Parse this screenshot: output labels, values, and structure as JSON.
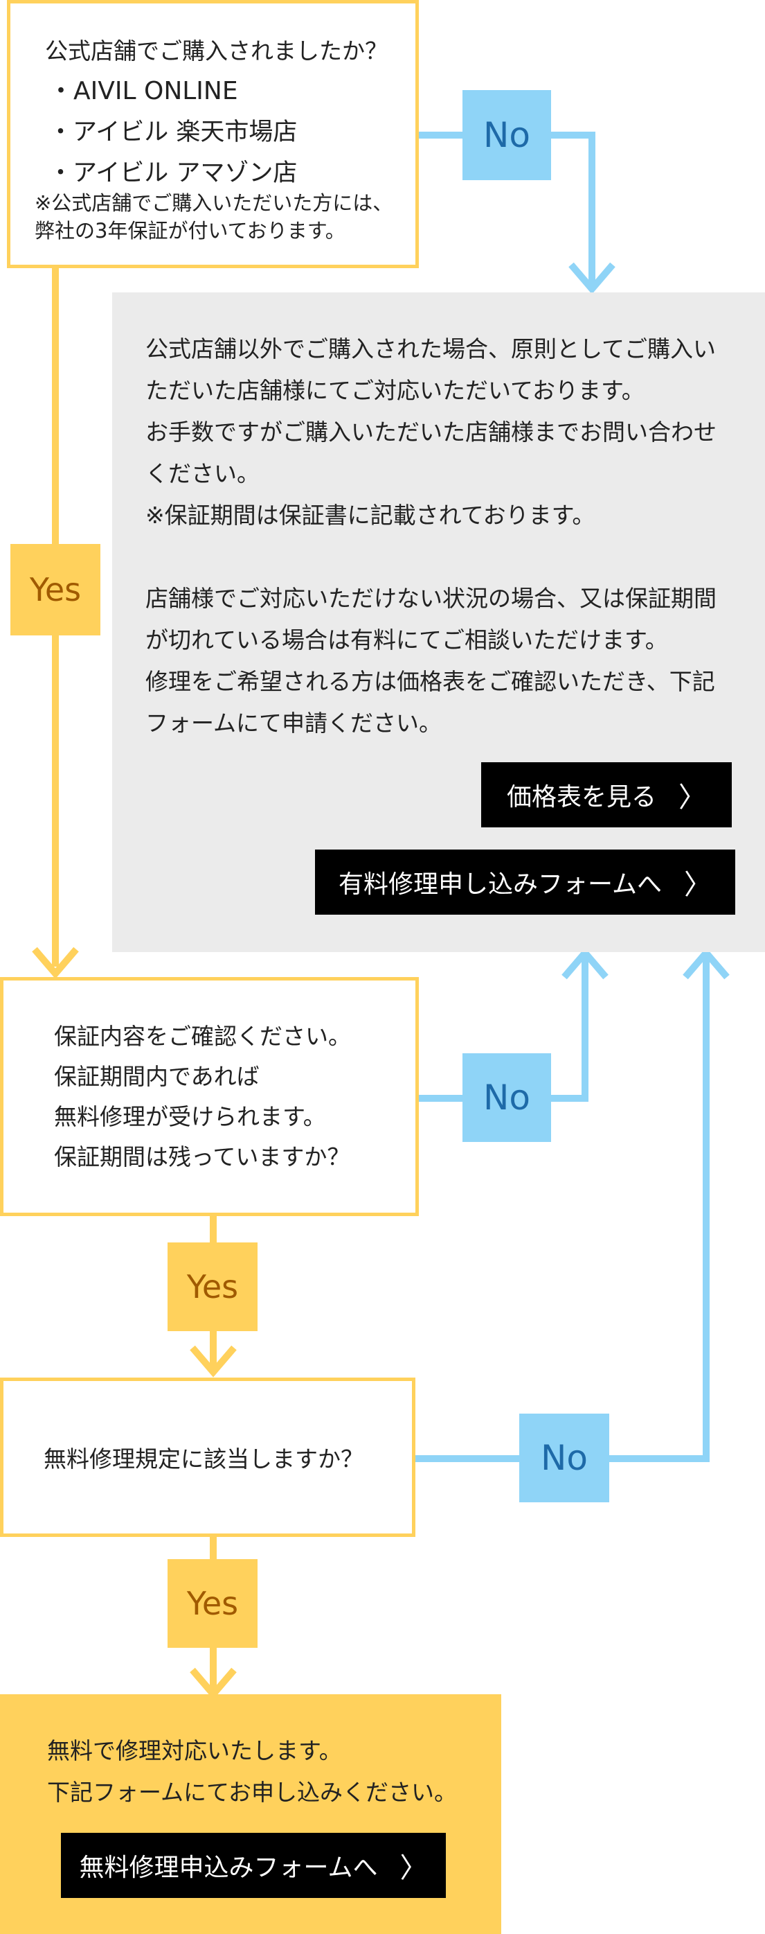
{
  "q1": {
    "title": "公式店舗でご購入されましたか？",
    "stores": [
      "・AIVIL ONLINE",
      "・アイビル 楽天市場店",
      "・アイビル アマゾン店"
    ],
    "note_lines": [
      "※公式店舗でご購入いただいた方には、",
      "弊社の3年保証が付いております。"
    ]
  },
  "no_label": "No",
  "yes_label": "Yes",
  "info_box": {
    "lines": [
      "公式店舗以外でご購入された場合、原則としてご購入い",
      "ただいた店舗様にてご対応いただいております。",
      "お手数ですがご購入いただいた店舗様までお問い合わせ",
      "ください。",
      "※保証期間は保証書に記載されております。",
      "",
      "店舗様でご対応いただけない状況の場合、又は保証期間",
      "が切れている場合は有料にてご相談いただけます。",
      "修理をご希望される方は価格表をご確認いただき、下記",
      "フォームにて申請ください。"
    ],
    "price_button": "価格表を見る",
    "paid_form_button": "有料修理申し込みフォームへ"
  },
  "q2": {
    "lines": [
      "保証内容をご確認ください。",
      "保証期間内であれば",
      "無料修理が受けられます。",
      "保証期間は残っていますか？"
    ]
  },
  "q3": {
    "text": "無料修理規定に該当しますか？"
  },
  "result": {
    "lines": [
      "無料で修理対応いたします。",
      "下記フォームにてお申し込みください。"
    ],
    "free_form_button": "無料修理申込みフォームへ"
  },
  "colors": {
    "yellow": "#ffd15c",
    "blue": "#8fd4f7",
    "gray_box": "#ebebeb",
    "button": "#000000"
  },
  "icons": {
    "button_chevron": "chevron-right-icon"
  }
}
